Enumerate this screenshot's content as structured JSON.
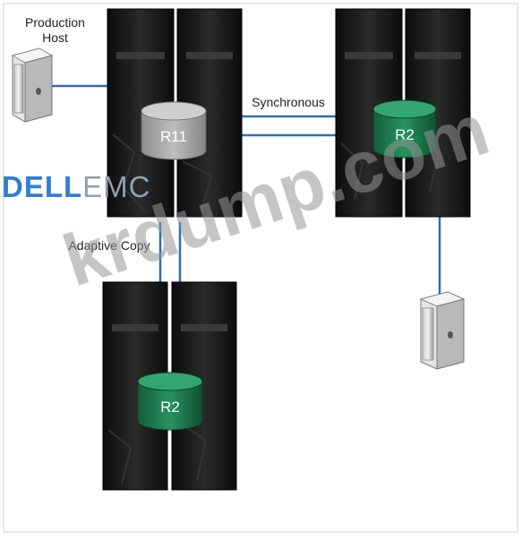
{
  "labels": {
    "production_host": "Production\nHost",
    "synchronous": "Synchronous",
    "adaptive_copy": "Adaptive Copy"
  },
  "arrays": [
    {
      "id": "source",
      "device": "R11"
    },
    {
      "id": "sync-target",
      "device": "R2"
    },
    {
      "id": "adaptive-target",
      "device": "R2"
    }
  ],
  "logo": {
    "dell": "DELL",
    "emc": "EMC"
  },
  "watermark": "krdump.com",
  "colors": {
    "r11_disk": "#a9a9a9",
    "r2_disk": "#1e7a4e",
    "link": "#2e6db4",
    "frame": "#222222"
  },
  "icons": [
    "server-icon",
    "storage-array-icon",
    "disk-icon"
  ]
}
